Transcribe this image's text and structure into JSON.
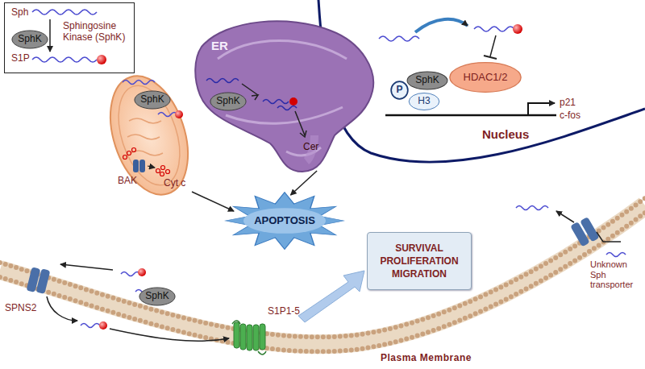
{
  "diagram": {
    "nodes": [
      {
        "text": [
          "Sph",
          "Sphingosine Kinase (SphK)",
          "S1P"
        ]
      },
      {
        "text": [
          "SphK"
        ],
        "in": 0
      },
      {
        "text": [
          "ER",
          "Cer"
        ]
      },
      {
        "text": [
          "SphK"
        ],
        "in": 2
      },
      {
        "text": [
          "SphK"
        ]
      },
      {
        "text": [
          "APOPTOSIS"
        ]
      },
      {
        "text": [
          "P"
        ]
      },
      {
        "text": [
          "SphK"
        ]
      },
      {
        "text": [
          "HDAC1/2"
        ]
      },
      {
        "text": [
          "H3"
        ]
      },
      {
        "text": [
          "SphK"
        ]
      },
      {
        "text": [
          "SURVIVAL PROLIFERATION MIGRATION"
        ]
      }
    ],
    "edges": [
      {
        "from": 2,
        "to": 5,
        "arrow": "to"
      }
    ],
    "labels": [
      "BAK",
      "Cyt c",
      "p21",
      "c-fos",
      "Nucleus",
      "SPNS2",
      "S1P1-5",
      "Unknown Sph transporter",
      "Plasma Membrane"
    ]
  }
}
